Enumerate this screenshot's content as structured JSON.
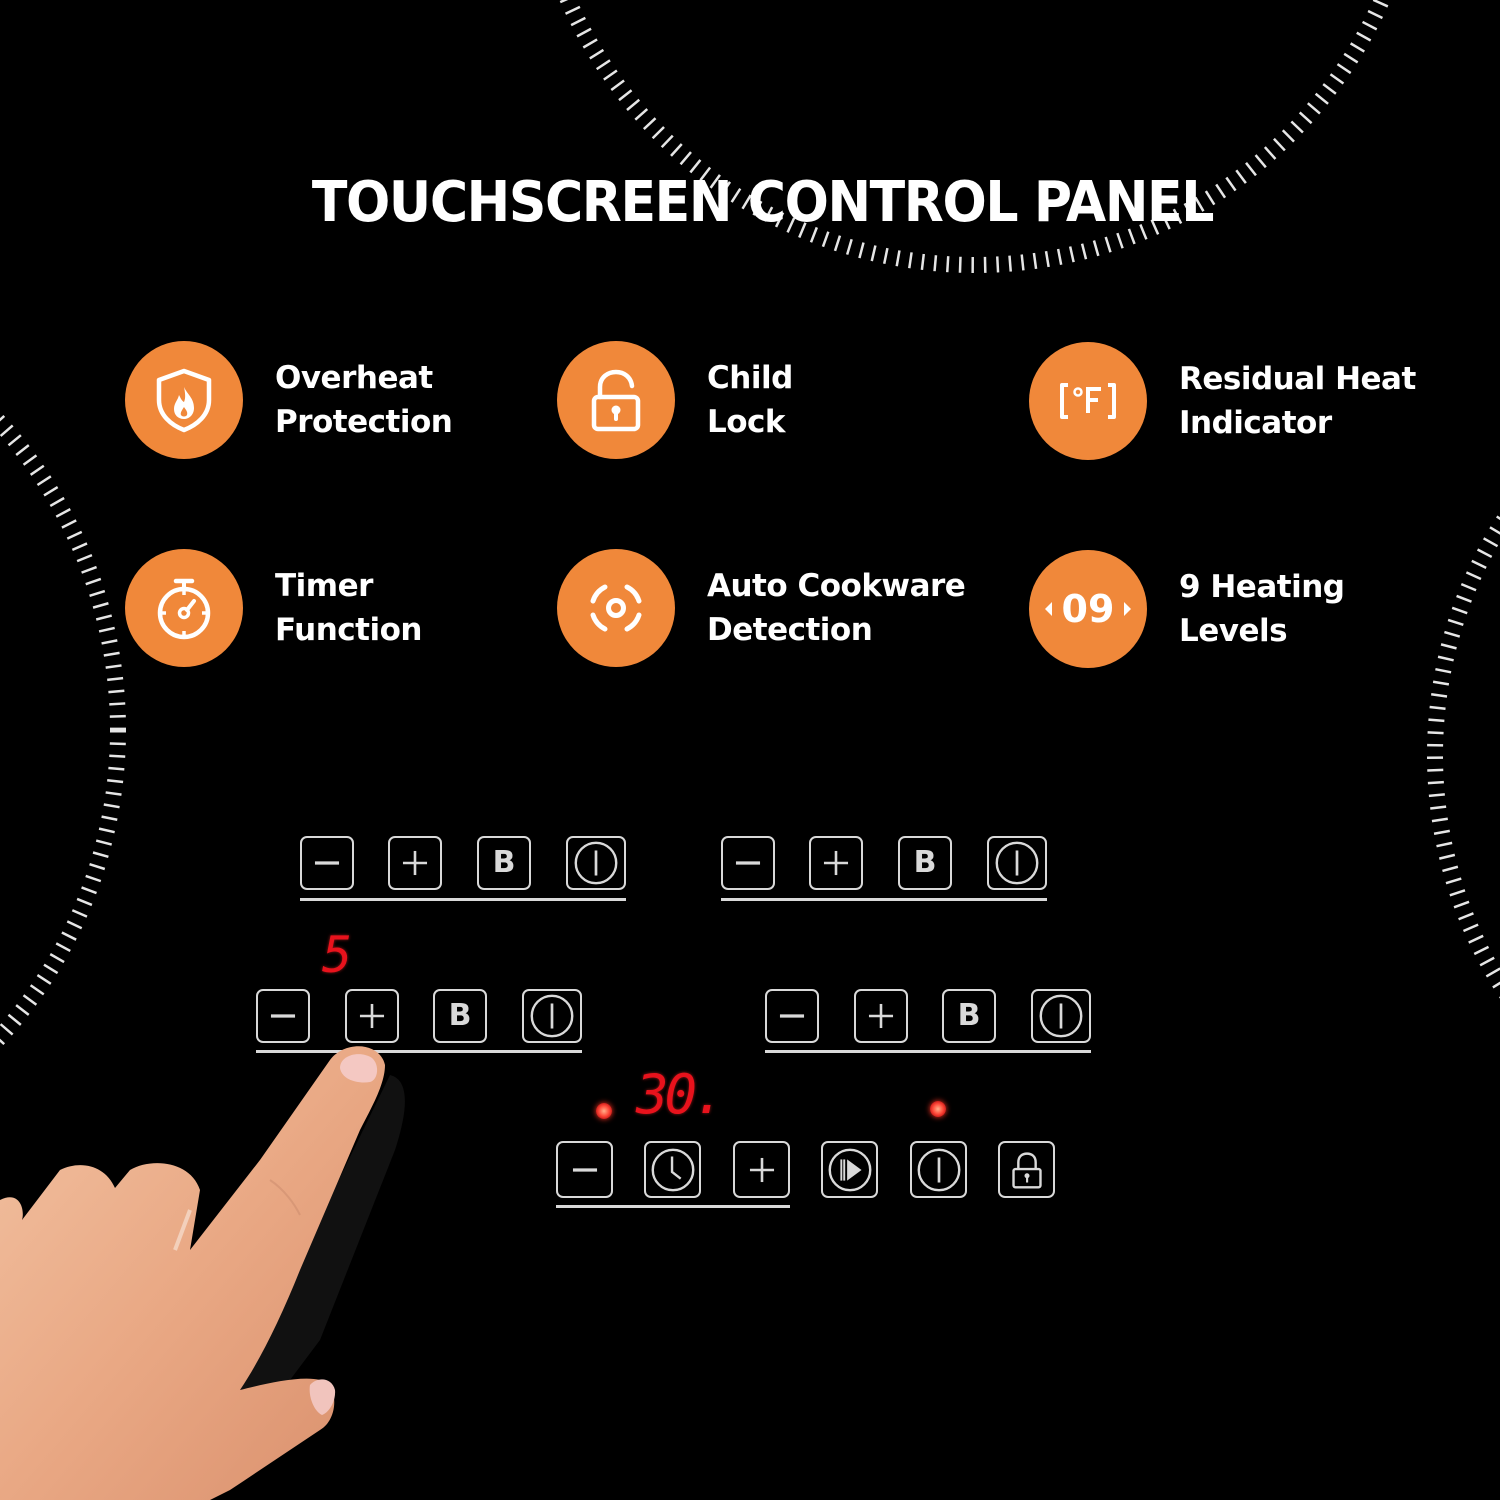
{
  "title": "TOUCHSCREEN CONTROL PANEL",
  "colors": {
    "background": "#000000",
    "accent_orange": "#F0883A",
    "icon_stroke": "#FFFFFF",
    "key_outline": "#D9D9D9",
    "display_red": "#E8121C"
  },
  "features": [
    {
      "icon": "shield-flame-icon",
      "line1": "Overheat",
      "line2": "Protection"
    },
    {
      "icon": "padlock-open-icon",
      "line1": "Child",
      "line2": "Lock"
    },
    {
      "icon": "fahrenheit-bracket-icon",
      "icon_text": "°F",
      "line1": "Residual Heat",
      "line2": "Indicator"
    },
    {
      "icon": "stopwatch-icon",
      "line1": "Timer",
      "line2": "Function"
    },
    {
      "icon": "cookware-detect-icon",
      "line1": "Auto Cookware",
      "line2": "Detection"
    },
    {
      "icon": "level-09-icon",
      "icon_text": "09",
      "line1": "9 Heating",
      "line2": "Levels"
    }
  ],
  "control_panel": {
    "zone_keys": [
      {
        "icon": "minus-icon"
      },
      {
        "icon": "plus-icon"
      },
      {
        "icon": "boost-icon",
        "label": "B"
      },
      {
        "icon": "power-icon"
      }
    ],
    "zones": [
      {
        "name": "zone-rear-left",
        "display": ""
      },
      {
        "name": "zone-rear-right",
        "display": ""
      },
      {
        "name": "zone-front-left",
        "display": "5"
      },
      {
        "name": "zone-front-right",
        "display": ""
      }
    ],
    "main_keys": [
      {
        "icon": "minus-icon"
      },
      {
        "icon": "clock-icon"
      },
      {
        "icon": "plus-icon"
      },
      {
        "icon": "pause-play-icon"
      },
      {
        "icon": "power-icon"
      },
      {
        "icon": "padlock-icon"
      }
    ],
    "timer_display": "30.",
    "indicator_leds": [
      "timer-led",
      "power-led"
    ]
  }
}
